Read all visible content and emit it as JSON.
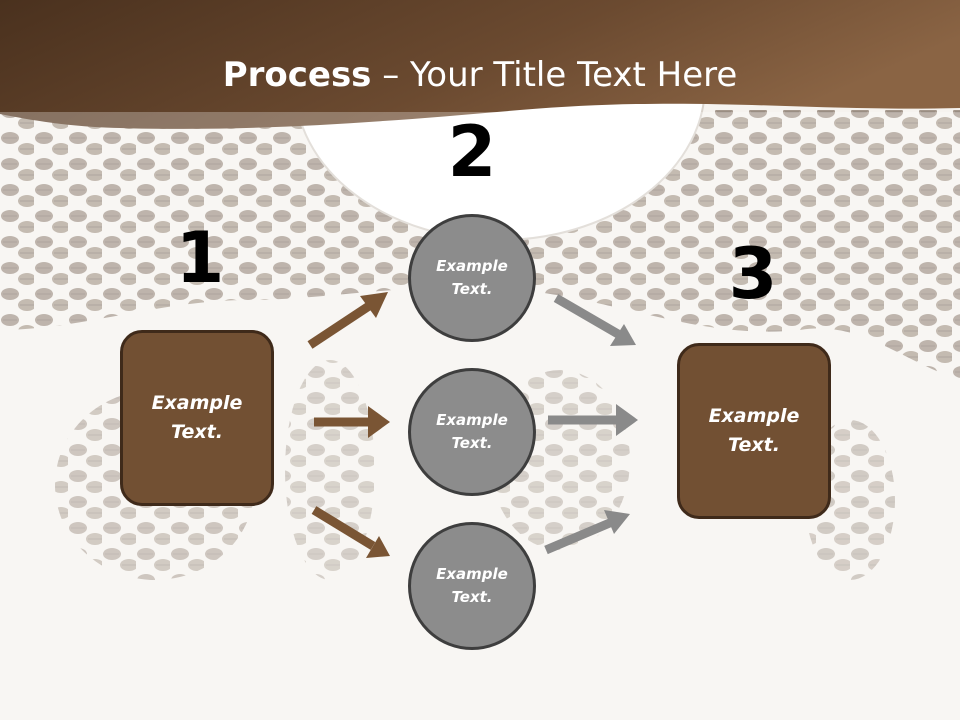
{
  "slide": {
    "title_bold": "Process",
    "title_rest": " – Your Title Text Here",
    "steps": [
      "1",
      "2",
      "3"
    ],
    "left_box": "Example\nText.",
    "right_box": "Example\nText.",
    "circles": [
      "Example\nText.",
      "Example\nText.",
      "Example\nText."
    ]
  },
  "colors": {
    "header_brown": "#5a3d26",
    "box_brown": "#725033",
    "circle_gray": "#8c8c8c",
    "arrow_brown": "#7a5534",
    "arrow_gray": "#8a8a8a"
  }
}
